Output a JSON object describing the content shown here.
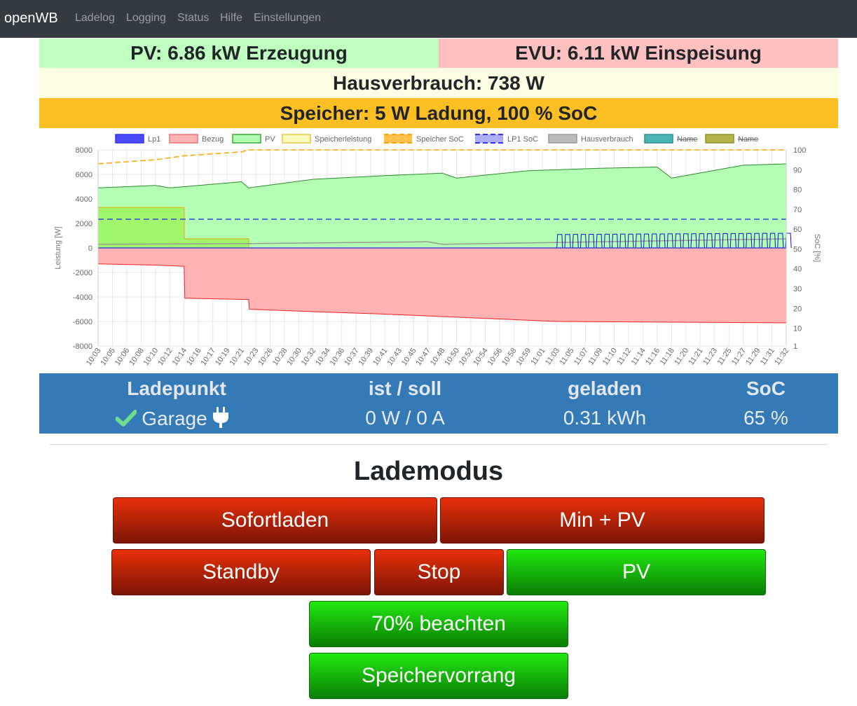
{
  "nav": {
    "brand": "openWB",
    "links": [
      "Ladelog",
      "Logging",
      "Status",
      "Hilfe",
      "Einstellungen"
    ]
  },
  "summary": {
    "pv": "PV: 6.86 kW Erzeugung",
    "evu": "EVU: 6.11 kW Einspeisung",
    "hausverbrauch": "Hausverbrauch: 738 W",
    "speicher": "Speicher: 5 W Ladung, 100 % SoC"
  },
  "colors": {
    "pv_band": "#bfffbf",
    "evu_band": "#ffc0c0",
    "haus_band": "#fdfde1",
    "speicher_band": "#fbbf24",
    "panel_blue": "#337ab7",
    "check_green": "#6fdc8c",
    "button_red": "#c42008",
    "button_green": "#13c40b"
  },
  "chart_data": {
    "type": "area",
    "ylabel_left": "Leistung [W]",
    "ylabel_right": "SoC [%]",
    "ylim_left": [
      -8000,
      8000
    ],
    "yticks_left": [
      8000,
      6000,
      4000,
      2000,
      0,
      -2000,
      -4000,
      -6000,
      -8000
    ],
    "ylim_right": [
      1,
      100
    ],
    "yticks_right": [
      100,
      90,
      80,
      70,
      60,
      50,
      40,
      30,
      20,
      10,
      1
    ],
    "x_ticks": [
      "10:03",
      "10:05",
      "10:06",
      "10:08",
      "10:10",
      "10:12",
      "10:14",
      "10:16",
      "10:17",
      "10:19",
      "10:21",
      "10:23",
      "10:26",
      "10:28",
      "10:30",
      "10:32",
      "10:34",
      "10:36",
      "10:37",
      "10:39",
      "10:41",
      "10:43",
      "10:45",
      "10:47",
      "10:48",
      "10:50",
      "10:52",
      "10:54",
      "10:56",
      "10:58",
      "10:59",
      "11:01",
      "11:03",
      "11:05",
      "11:07",
      "11:09",
      "11:10",
      "11:12",
      "11:14",
      "11:16",
      "11:18",
      "11:20",
      "11:21",
      "11:23",
      "11:25",
      "11:27",
      "11:29",
      "11:31",
      "11:32"
    ],
    "legend": [
      {
        "name": "Lp1",
        "color": "#4a4af5",
        "border": "#3333ee",
        "style": "solid",
        "hidden": false
      },
      {
        "name": "Bezug",
        "color": "#ffb3b3",
        "border": "#f07070",
        "style": "solid",
        "hidden": false
      },
      {
        "name": "PV",
        "color": "#b3ffb3",
        "border": "#33aa33",
        "style": "solid",
        "hidden": false
      },
      {
        "name": "Speicherleistung",
        "color": "#fafabc",
        "border": "#e8c840",
        "style": "solid",
        "hidden": false
      },
      {
        "name": "Speicher SoC",
        "color": "#ffa500",
        "border": "#ffa500",
        "style": "dashed",
        "hidden": false
      },
      {
        "name": "LP1 SoC",
        "color": "#8a8af5",
        "border": "#3333ee",
        "style": "dashed",
        "hidden": false
      },
      {
        "name": "Hausverbrauch",
        "color": "#bbbbbb",
        "border": "#999999",
        "style": "solid",
        "hidden": false
      },
      {
        "name": "Name",
        "color": "#4ab3b3",
        "border": "#2a8f8f",
        "style": "solid",
        "hidden": true
      },
      {
        "name": "Name",
        "color": "#b3b34a",
        "border": "#8f8f2a",
        "style": "solid",
        "hidden": true
      }
    ],
    "series": [
      {
        "name": "PV",
        "x": [
          0,
          4,
          5,
          10,
          10.5,
          15,
          20,
          24,
          25,
          30,
          35,
          39,
          40,
          45,
          48
        ],
        "y": [
          4900,
          5100,
          4900,
          5400,
          4900,
          5600,
          5900,
          6100,
          5700,
          6300,
          6500,
          6600,
          5700,
          6750,
          6860
        ]
      },
      {
        "name": "Bezug",
        "x": [
          0,
          4,
          6,
          6.01,
          10,
          10.5,
          10.51,
          15,
          20,
          24,
          30,
          32,
          48
        ],
        "y": [
          -1300,
          -1400,
          -1500,
          -4100,
          -4200,
          -4200,
          -5000,
          -5200,
          -5400,
          -5600,
          -5900,
          -6000,
          -6110
        ]
      },
      {
        "name": "Speicherleistung",
        "x": [
          0,
          6,
          6.01,
          10.5,
          10.51,
          48
        ],
        "y": [
          3300,
          3300,
          750,
          750,
          5,
          5
        ]
      },
      {
        "name": "Speicher SoC",
        "x": [
          0,
          2,
          4,
          6,
          8,
          10,
          10.5,
          48
        ],
        "y": [
          93,
          94,
          95,
          97,
          98,
          99,
          100,
          100
        ]
      },
      {
        "name": "LP1 SoC",
        "x": [
          0,
          48
        ],
        "y": [
          65,
          65
        ]
      },
      {
        "name": "Hausverbrauch",
        "x": [
          0,
          10,
          23,
          24,
          48
        ],
        "y": [
          300,
          350,
          500,
          300,
          740
        ]
      },
      {
        "name": "Lp1",
        "x": [
          31.5,
          32,
          48
        ],
        "y": [
          0,
          1100,
          1200
        ]
      }
    ]
  },
  "ladepunkt": {
    "headers": [
      "Ladepunkt",
      "ist / soll",
      "geladen",
      "SoC"
    ],
    "name": "Garage",
    "ist_soll": "0 W / 0 A",
    "geladen": "0.31 kWh",
    "soc": "65 %"
  },
  "lademodus": {
    "title": "Lademodus",
    "sofortladen": "Sofortladen",
    "min_pv": "Min + PV",
    "standby": "Standby",
    "stop": "Stop",
    "pv": "PV",
    "beachten70": "70% beachten",
    "speichervorrang": "Speichervorrang"
  },
  "icons": [
    "check-icon",
    "plug-icon"
  ]
}
